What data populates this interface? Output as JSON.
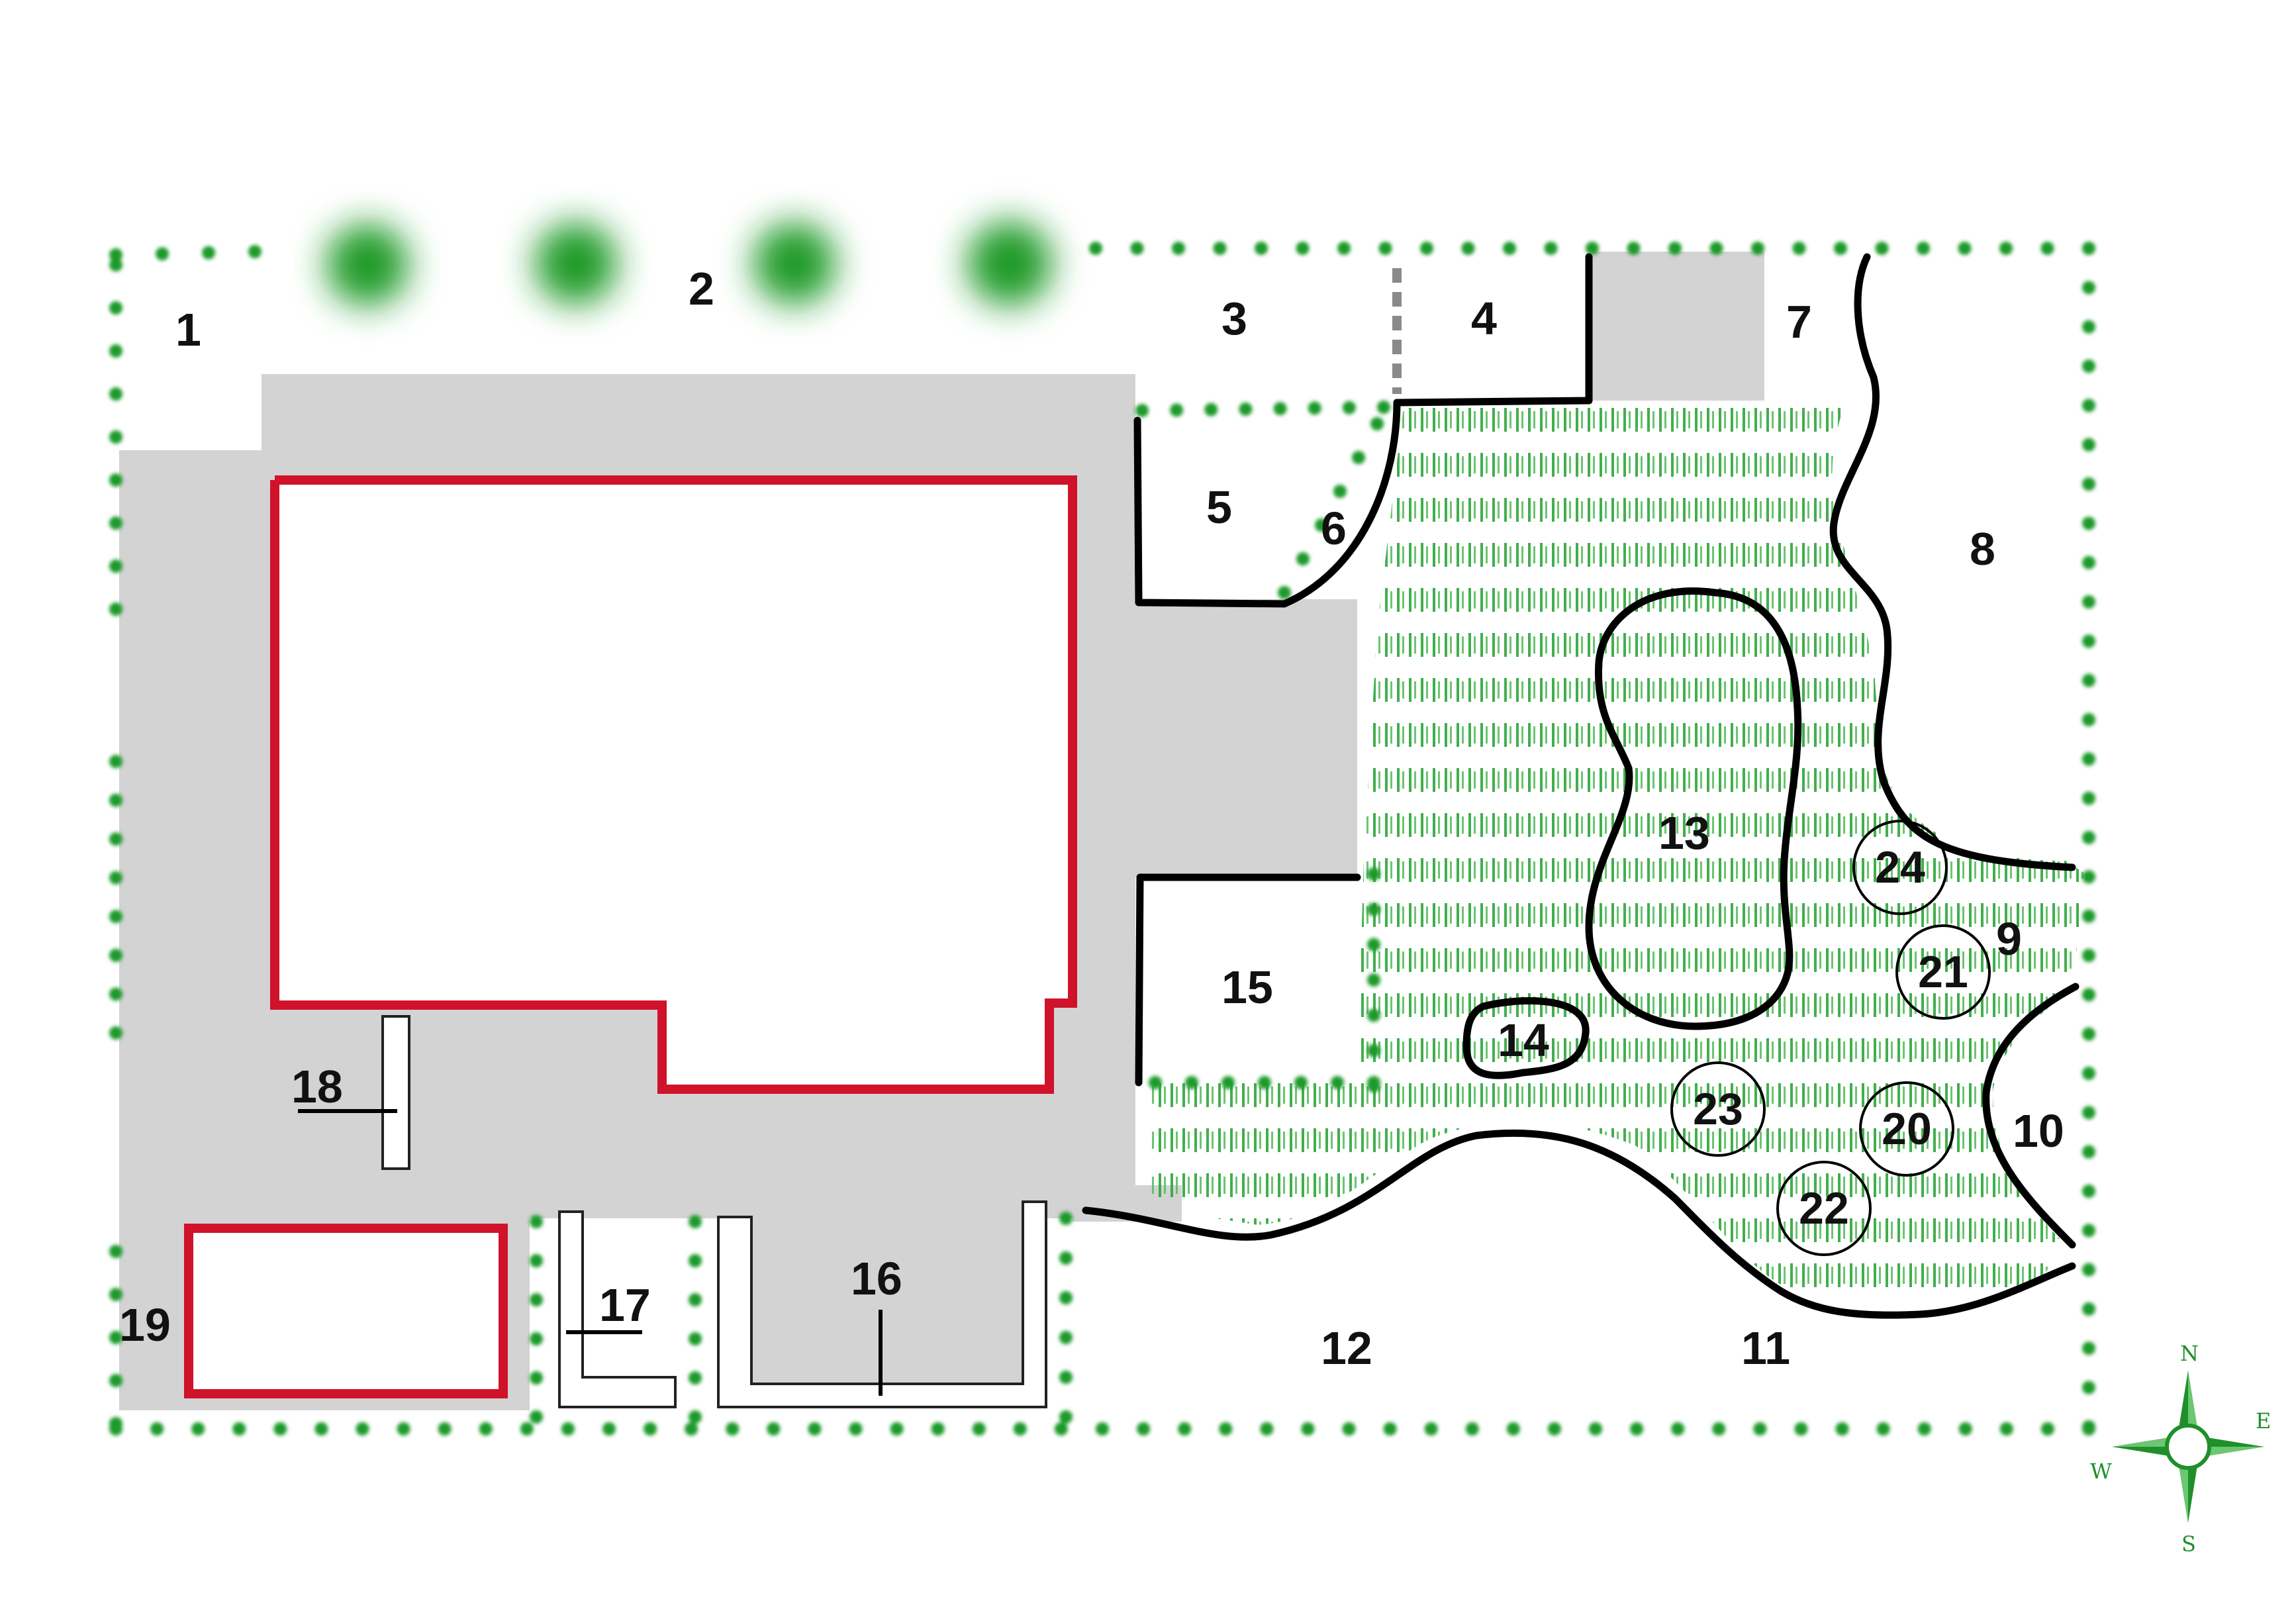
{
  "plan": {
    "zones": [
      {
        "id": "zone-1",
        "label": "1"
      },
      {
        "id": "zone-2",
        "label": "2"
      },
      {
        "id": "zone-3",
        "label": "3"
      },
      {
        "id": "zone-4",
        "label": "4"
      },
      {
        "id": "zone-5",
        "label": "5"
      },
      {
        "id": "zone-6",
        "label": "6"
      },
      {
        "id": "zone-7",
        "label": "7"
      },
      {
        "id": "zone-8",
        "label": "8"
      },
      {
        "id": "zone-9",
        "label": "9"
      },
      {
        "id": "zone-10",
        "label": "10"
      },
      {
        "id": "zone-11",
        "label": "11"
      },
      {
        "id": "zone-12",
        "label": "12"
      },
      {
        "id": "zone-13",
        "label": "13"
      },
      {
        "id": "zone-14",
        "label": "14"
      },
      {
        "id": "zone-15",
        "label": "15"
      },
      {
        "id": "zone-16",
        "label": "16"
      },
      {
        "id": "zone-17",
        "label": "17"
      },
      {
        "id": "zone-18",
        "label": "18"
      },
      {
        "id": "zone-19",
        "label": "19"
      }
    ],
    "trees": [
      {
        "id": "tree-20",
        "label": "20"
      },
      {
        "id": "tree-21",
        "label": "21"
      },
      {
        "id": "tree-22",
        "label": "22"
      },
      {
        "id": "tree-23",
        "label": "23"
      },
      {
        "id": "tree-24",
        "label": "24"
      }
    ],
    "compass": {
      "north": "N",
      "south": "S",
      "east": "E",
      "west": "W"
    },
    "colors": {
      "paving": "#d3d3d3",
      "building_outline": "#d0122a",
      "hedge": "#1e9a2a",
      "lawn": "#2ea53a",
      "boundary_line": "#000000"
    }
  }
}
